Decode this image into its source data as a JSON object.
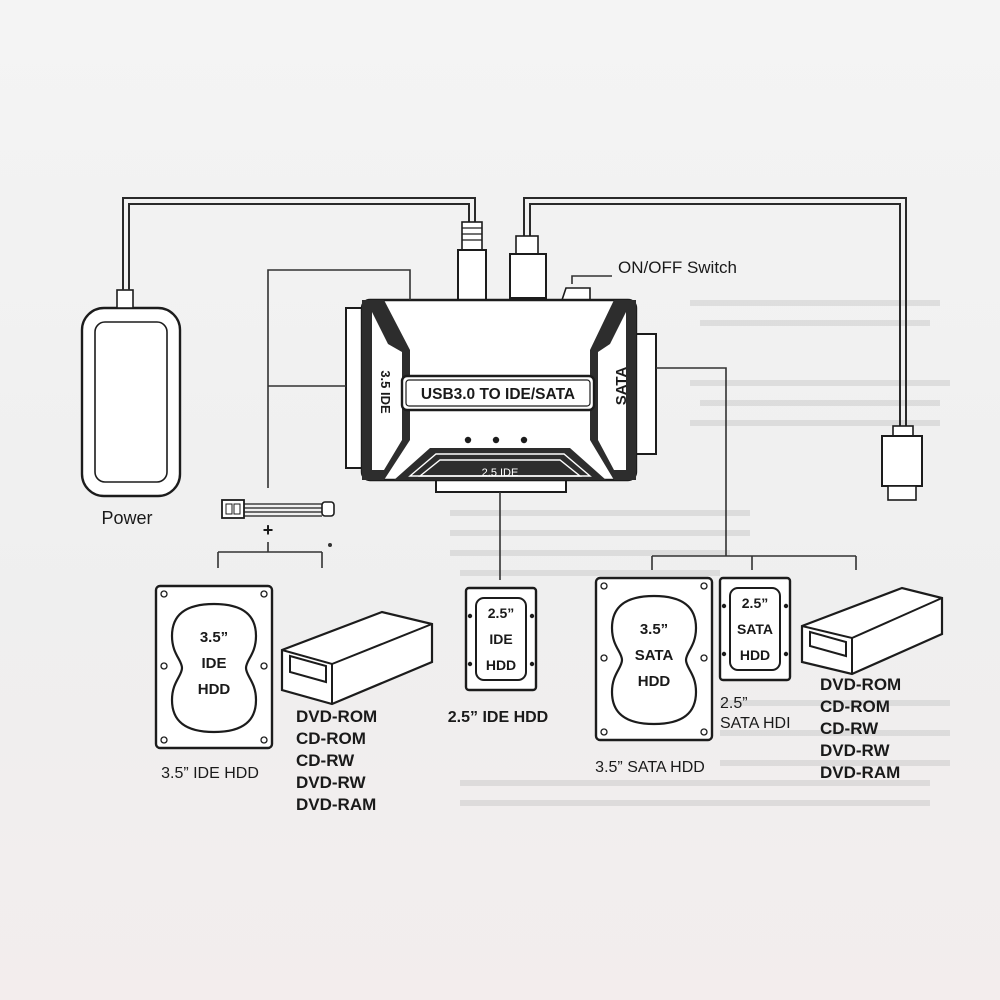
{
  "adapter": {
    "title": "USB3.0 TO IDE/SATA",
    "left_port": "3.5 IDE",
    "right_port": "SATA",
    "bottom_port": "2.5 IDE"
  },
  "switch_label": "ON/OFF Switch",
  "power_label": "Power",
  "molex_plus": "+",
  "devices": {
    "ide35": {
      "lines": [
        "3.5”",
        "IDE",
        "HDD"
      ],
      "caption": "3.5”  IDE HDD"
    },
    "ide25": {
      "lines": [
        "2.5”",
        "IDE",
        "HDD"
      ],
      "caption": "2.5”  IDE HDD"
    },
    "sata35": {
      "lines": [
        "3.5”",
        "SATA",
        "HDD"
      ],
      "caption": "3.5”  SATA HDD"
    },
    "sata25": {
      "lines": [
        "2.5”",
        "SATA",
        "HDD"
      ],
      "caption_line1": "2.5”",
      "caption_line2": "SATA HDI"
    }
  },
  "optical_left": [
    "DVD-ROM",
    "CD-ROM",
    "CD-RW",
    "DVD-RW",
    "DVD-RAM"
  ],
  "optical_right": [
    "DVD-ROM",
    "CD-ROM",
    "CD-RW",
    "DVD-RW",
    "DVD-RAM"
  ]
}
